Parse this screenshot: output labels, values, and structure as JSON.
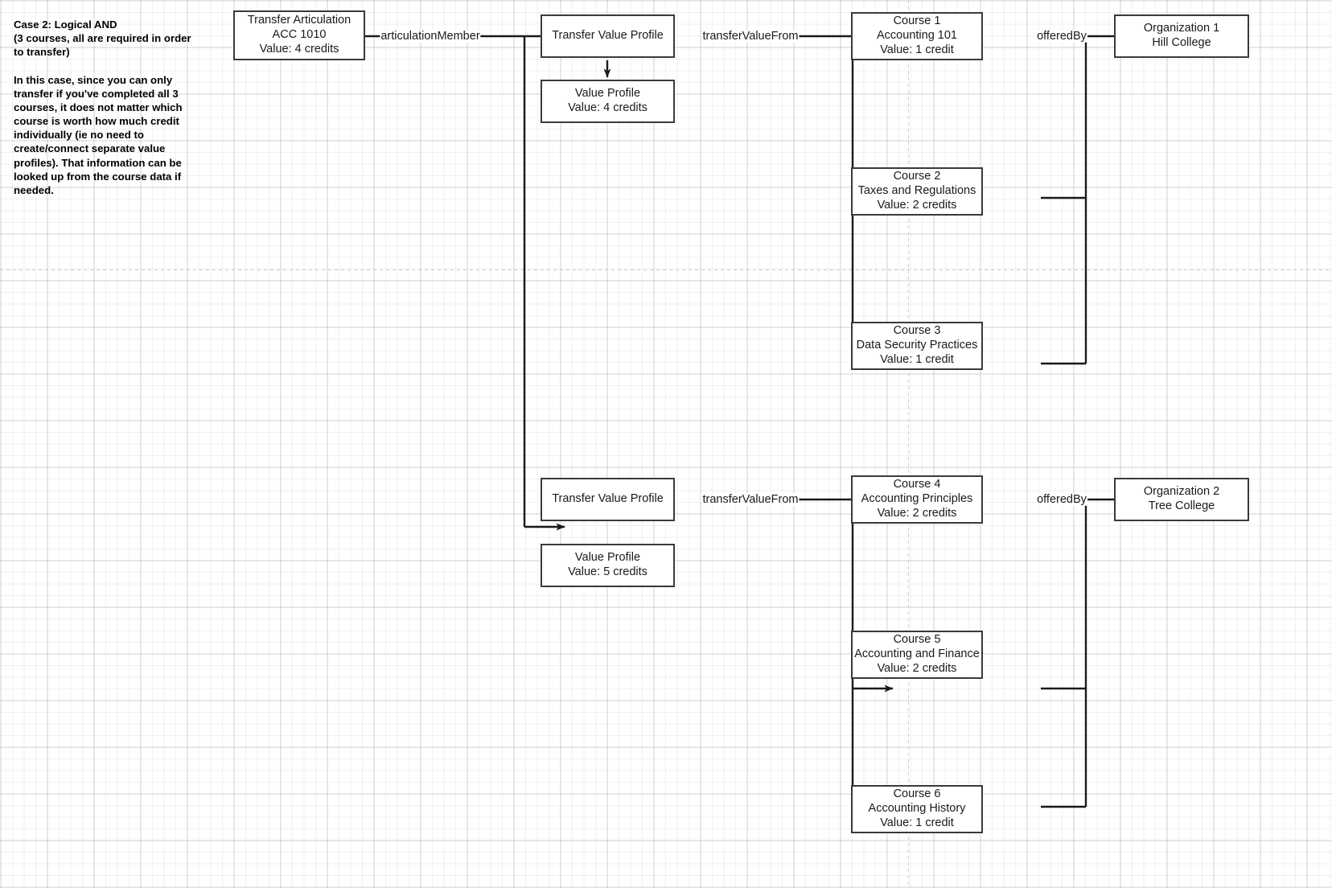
{
  "diagram": {
    "title": "Case 2: Logical AND transfer articulation diagram",
    "note": "Case 2: Logical AND\n(3 courses, all are required in order to transfer)\n\nIn this case, since you can only transfer if you've completed all 3 courses, it does not matter which course is worth how much credit individually (ie no need to create/connect separate value profiles). That information can be looked up from the course data if needed.",
    "colors": {
      "node_border": "#3a3a3a",
      "node_fill": "#ffffff",
      "wire": "#1a1a1a",
      "grid_minor": "#f0f0f0",
      "grid_major": "#e0e0e0",
      "page_break": "#cccccc",
      "text": "#1a1a1a"
    }
  },
  "nodes": {
    "transfer_articulation": {
      "line1": "Transfer Articulation",
      "line2": "ACC 1010",
      "line3": "Value: 4 credits"
    },
    "transfer_value_profile_1": {
      "line1": "Transfer Value Profile"
    },
    "value_profile_1": {
      "line1": "Value Profile",
      "line2": "Value: 4 credits"
    },
    "transfer_value_profile_2": {
      "line1": "Transfer Value Profile"
    },
    "value_profile_2": {
      "line1": "Value Profile",
      "line2": "Value: 5 credits"
    },
    "course_1": {
      "line1": "Course 1",
      "line2": "Accounting 101",
      "line3": "Value: 1 credit"
    },
    "course_2": {
      "line1": "Course 2",
      "line2": "Taxes and Regulations",
      "line3": "Value: 2 credits"
    },
    "course_3": {
      "line1": "Course 3",
      "line2": "Data Security Practices",
      "line3": "Value: 1 credit"
    },
    "course_4": {
      "line1": "Course 4",
      "line2": "Accounting Principles",
      "line3": "Value: 2 credits"
    },
    "course_5": {
      "line1": "Course 5",
      "line2": "Accounting and Finance",
      "line3": "Value: 2 credits"
    },
    "course_6": {
      "line1": "Course 6",
      "line2": "Accounting History",
      "line3": "Value: 1 credit"
    },
    "organization_1": {
      "line1": "Organization 1",
      "line2": "Hill College"
    },
    "organization_2": {
      "line1": "Organization 2",
      "line2": "Tree College"
    }
  },
  "edges": {
    "articulation_member": "articulationMember",
    "transfer_value_from_1": "transferValueFrom",
    "transfer_value_from_2": "transferValueFrom",
    "offered_by_1": "offeredBy",
    "offered_by_2": "offeredBy"
  }
}
